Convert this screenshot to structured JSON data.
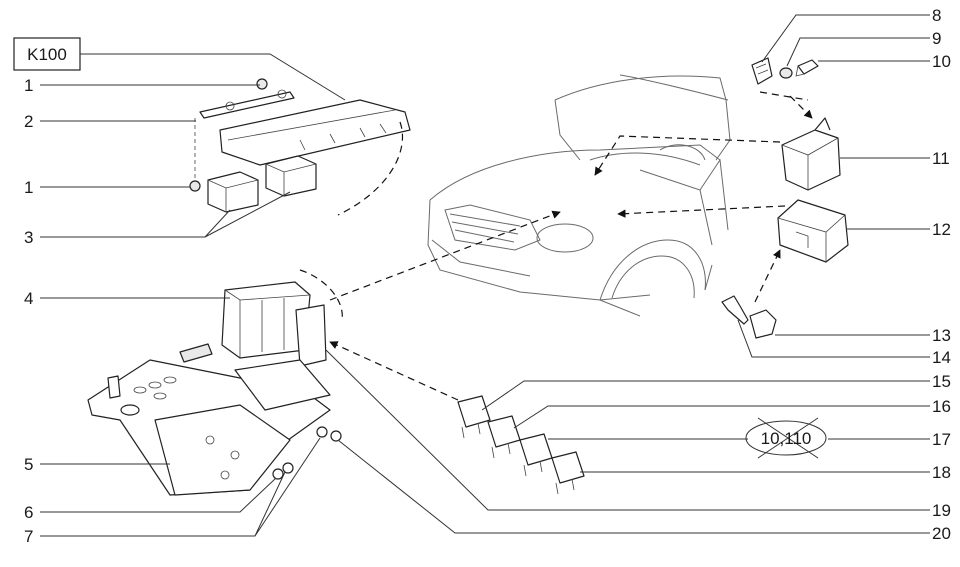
{
  "group_code": "K100",
  "excluded_note": "10,110",
  "callouts": [
    {
      "n": "1"
    },
    {
      "n": "2"
    },
    {
      "n": "1"
    },
    {
      "n": "3"
    },
    {
      "n": "4"
    },
    {
      "n": "5"
    },
    {
      "n": "6"
    },
    {
      "n": "7"
    },
    {
      "n": "8"
    },
    {
      "n": "9"
    },
    {
      "n": "10"
    },
    {
      "n": "11"
    },
    {
      "n": "12"
    },
    {
      "n": "13"
    },
    {
      "n": "14"
    },
    {
      "n": "15"
    },
    {
      "n": "16"
    },
    {
      "n": "17"
    },
    {
      "n": "18"
    },
    {
      "n": "19"
    },
    {
      "n": "20"
    }
  ]
}
